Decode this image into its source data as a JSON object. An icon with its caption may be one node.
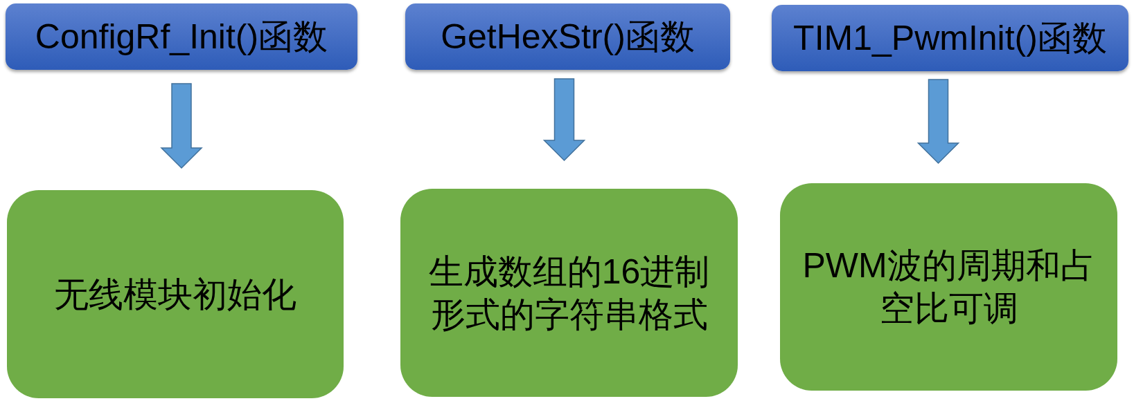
{
  "diagram": {
    "nodes": [
      {
        "text": [
          "ConfigRf_Init()函数"
        ]
      },
      {
        "text": [
          "GetHexStr()函数"
        ]
      },
      {
        "text": [
          "TIM1_PwmInit()函数"
        ]
      },
      {
        "text": [
          "无线模块初始化"
        ]
      },
      {
        "text": [
          "生成数组的16进制形式的字符串格式"
        ]
      },
      {
        "text": [
          "PWM波的周期和占空比可调"
        ]
      }
    ],
    "edges": [
      {
        "from": 0,
        "to": 3,
        "arrow": "to"
      },
      {
        "from": 1,
        "to": 4,
        "arrow": "to"
      },
      {
        "from": 2,
        "to": 5,
        "arrow": "to"
      }
    ]
  }
}
